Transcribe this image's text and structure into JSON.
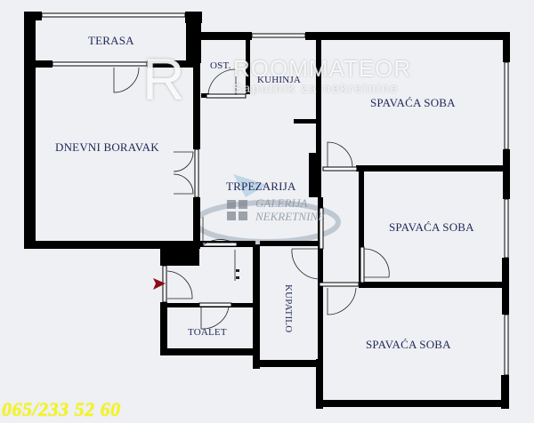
{
  "floor_plan": {
    "rooms": [
      {
        "id": "terasa",
        "label": "TERASA"
      },
      {
        "id": "ost",
        "label": "OST."
      },
      {
        "id": "kuhinja",
        "label": "KUHINJA"
      },
      {
        "id": "dnevni_boravak",
        "label": "DNEVNI BORAVAK"
      },
      {
        "id": "trpezarija",
        "label": "TRPEZARIJA"
      },
      {
        "id": "spavaca_soba_1",
        "label": "SPAVAĆA SOBA"
      },
      {
        "id": "spavaca_soba_2",
        "label": "SPAVAĆA SOBA"
      },
      {
        "id": "spavaca_soba_3",
        "label": "SPAVAĆA SOBA"
      },
      {
        "id": "kupatilo",
        "label": "KUPATILO"
      },
      {
        "id": "toalet",
        "label": "TOALET"
      }
    ],
    "entrance_marker": {
      "icon": "entrance-arrow-icon",
      "color": "#8b0a14"
    },
    "colors": {
      "background": "#eef0f3",
      "walls": "#000000",
      "labels": "#23285a",
      "phone": "#f4f420"
    }
  },
  "watermarks": {
    "roommateor": {
      "letter": "R",
      "name": "ROOMMATEOR",
      "tagline": "Saputnik za nekretnine"
    },
    "galerija": {
      "line1": "GALERIJA",
      "line2": "NEKRETNINE"
    }
  },
  "contact": {
    "phone": "065/233 52 60"
  }
}
